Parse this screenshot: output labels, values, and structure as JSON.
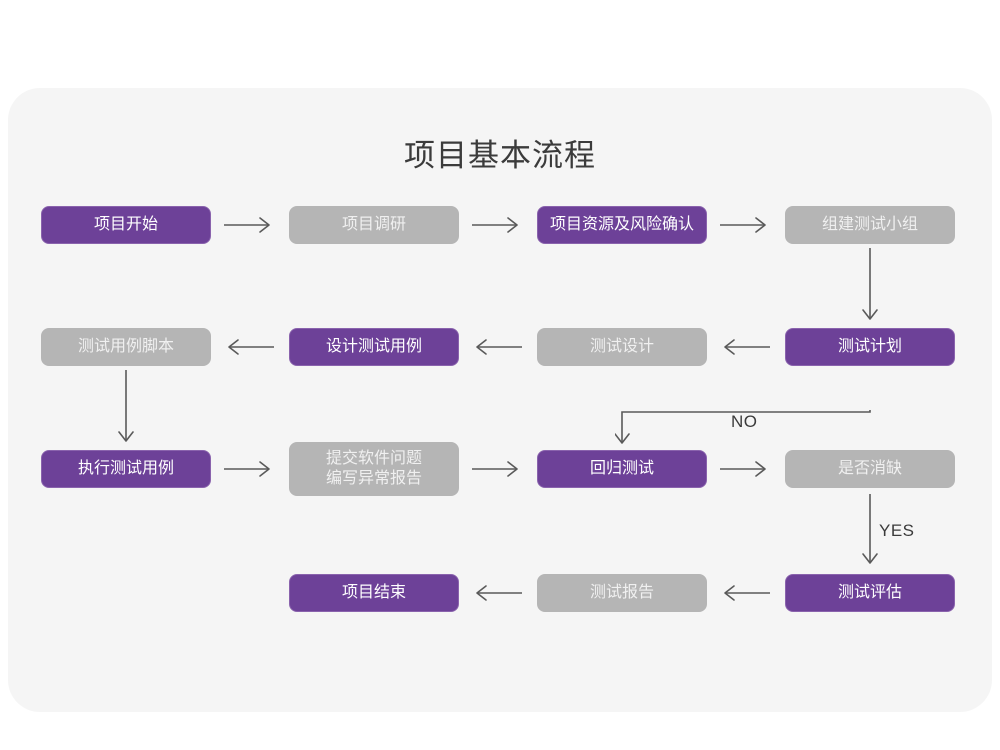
{
  "page": {
    "title": "项目基本流程",
    "background_color": "#ffffff",
    "panel_color": "#f5f5f5"
  },
  "theme": {
    "purple": "#6d4198",
    "purple_border": "#8a63ad",
    "gray": "#b5b5b5",
    "arrow_color": "#5a5a5a",
    "title_color": "#3b3b3b",
    "node_text_purple": "#ffffff",
    "node_text_gray": "#f0f0f0"
  },
  "flow": {
    "rows": [
      {
        "row": 1,
        "direction": "left-to-right",
        "nodes": [
          {
            "id": "n1",
            "label": "项目开始",
            "style": "purple"
          },
          {
            "id": "n2",
            "label": "项目调研",
            "style": "gray"
          },
          {
            "id": "n3",
            "label": "项目资源及风险确认",
            "style": "purple"
          },
          {
            "id": "n4",
            "label": "组建测试小组",
            "style": "gray"
          }
        ]
      },
      {
        "row": 2,
        "direction": "right-to-left",
        "nodes": [
          {
            "id": "n5",
            "label": "测试用例脚本",
            "style": "gray"
          },
          {
            "id": "n6",
            "label": "设计测试用例",
            "style": "purple"
          },
          {
            "id": "n7",
            "label": "测试设计",
            "style": "gray"
          },
          {
            "id": "n8",
            "label": "测试计划",
            "style": "purple"
          }
        ]
      },
      {
        "row": 3,
        "direction": "left-to-right",
        "nodes": [
          {
            "id": "n9",
            "label": "执行测试用例",
            "style": "purple"
          },
          {
            "id": "n10",
            "label": "提交软件问题\n编写异常报告",
            "style": "gray"
          },
          {
            "id": "n11",
            "label": "回归测试",
            "style": "purple"
          },
          {
            "id": "n12",
            "label": "是否消缺",
            "style": "gray"
          }
        ]
      },
      {
        "row": 4,
        "direction": "right-to-left",
        "nodes": [
          {
            "id": "n13",
            "label": "项目结束",
            "style": "purple"
          },
          {
            "id": "n14",
            "label": "测试报告",
            "style": "gray"
          },
          {
            "id": "n15",
            "label": "测试评估",
            "style": "purple"
          }
        ]
      }
    ],
    "edge_labels": {
      "no": "NO",
      "yes": "YES"
    }
  }
}
